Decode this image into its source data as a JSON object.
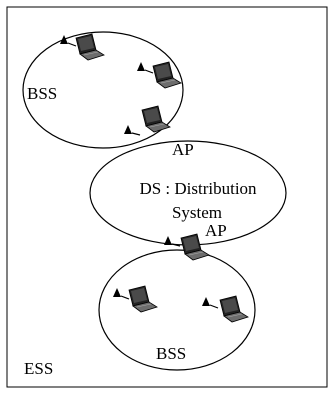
{
  "labels": {
    "bss_top": "BSS",
    "ap_top": "AP",
    "ds_line1": "DS : Distribution",
    "ds_line2": "System",
    "ap_bottom": "AP",
    "bss_bottom": "BSS",
    "ess": "ESS"
  },
  "icons": [
    "laptop-icon",
    "antenna-icon"
  ]
}
